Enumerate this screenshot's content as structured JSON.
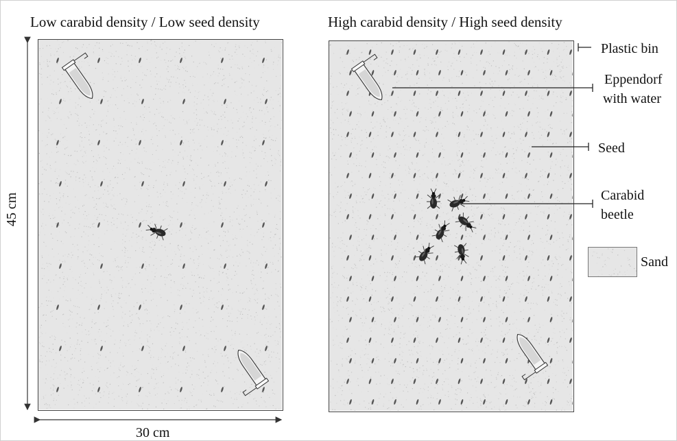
{
  "panels": {
    "left_title": "Low carabid density / Low seed density",
    "right_title": "High carabid density / High seed density"
  },
  "dimensions": {
    "height_label": "45 cm",
    "width_label": "30 cm"
  },
  "legend": {
    "plastic_bin": "Plastic bin",
    "eppendorf_line1": "Eppendorf",
    "eppendorf_line2": "with water",
    "seed": "Seed",
    "carabid_line1": "Carabid",
    "carabid_line2": "beetle",
    "sand": "Sand"
  },
  "colors": {
    "sand": "#e6e6e6",
    "seed": "#555555",
    "beetle": "#2a2a2a",
    "outline": "#444444"
  }
}
